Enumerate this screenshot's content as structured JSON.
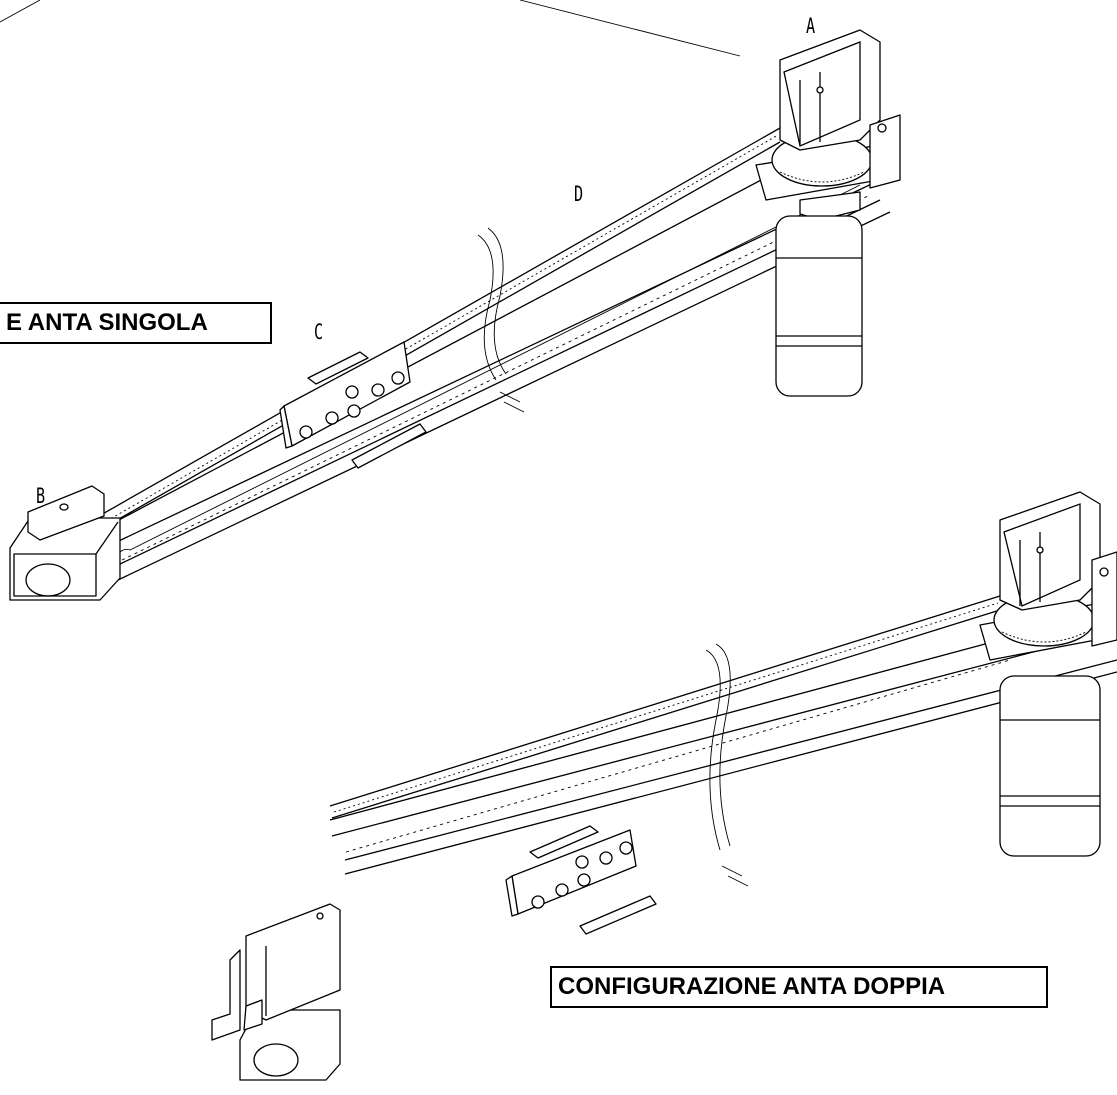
{
  "callouts": {
    "a": "A",
    "b": "B",
    "c": "C",
    "d": "D"
  },
  "labels": {
    "single_leaf": "E ANTA SINGOLA",
    "double_leaf": "CONFIGURAZIONE ANTA DOPPIA"
  },
  "colors": {
    "line": "#000000",
    "background": "#ffffff"
  }
}
